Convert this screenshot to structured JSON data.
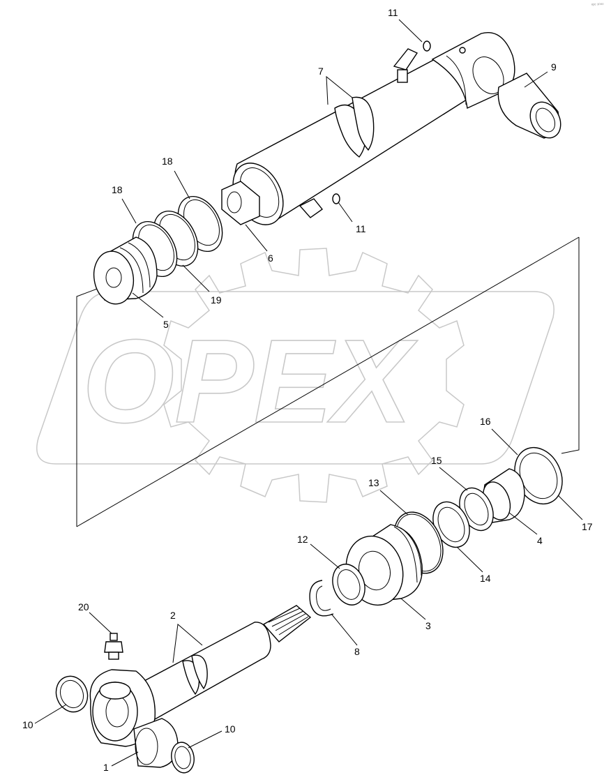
{
  "diagram": {
    "watermark": "OPEX",
    "corner_mark": "ᵉᵖᶜ ³⁰⁰⁰",
    "labels": {
      "p1": "1",
      "p2": "2",
      "p3": "3",
      "p4": "4",
      "p5": "5",
      "p6": "6",
      "p7": "7",
      "p8": "8",
      "p9": "9",
      "p10a": "10",
      "p10b": "10",
      "p11a": "11",
      "p11b": "11",
      "p12": "12",
      "p13": "13",
      "p14": "14",
      "p15": "15",
      "p16": "16",
      "p17": "17",
      "p18a": "18",
      "p18b": "18",
      "p19": "19",
      "p20": "20"
    }
  }
}
